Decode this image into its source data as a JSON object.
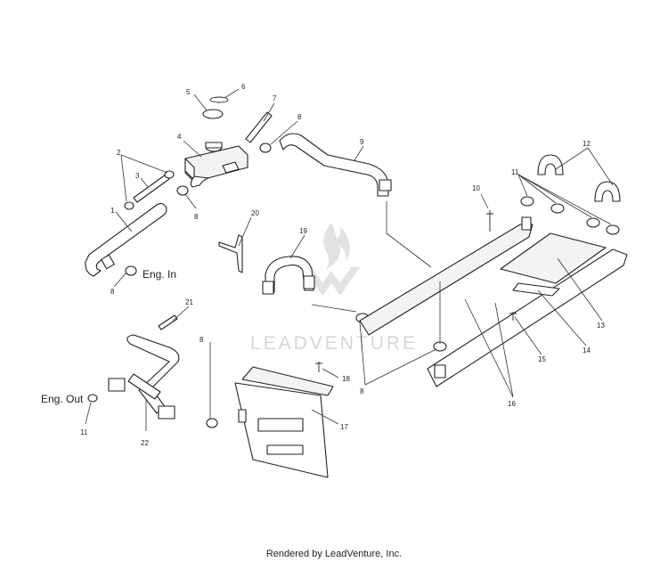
{
  "callouts": {
    "c1": "1",
    "c2": "2",
    "c3": "3",
    "c4": "4",
    "c5": "5",
    "c6": "6",
    "c7": "7",
    "c8a": "8",
    "c8b": "8",
    "c8c": "8",
    "c8d": "8",
    "c8e": "8",
    "c9": "9",
    "c10": "10",
    "c11a": "11",
    "c11b": "11",
    "c12": "12",
    "c13": "13",
    "c14": "14",
    "c15": "15",
    "c16": "16",
    "c17": "17",
    "c18": "18",
    "c19": "19",
    "c20": "20",
    "c21": "21",
    "c22": "22"
  },
  "labels": {
    "eng_in": "Eng. In",
    "eng_out": "Eng. Out"
  },
  "watermark": {
    "text": "LEADVENTURE"
  },
  "footer": {
    "credit": "Rendered by LeadVenture, Inc."
  }
}
